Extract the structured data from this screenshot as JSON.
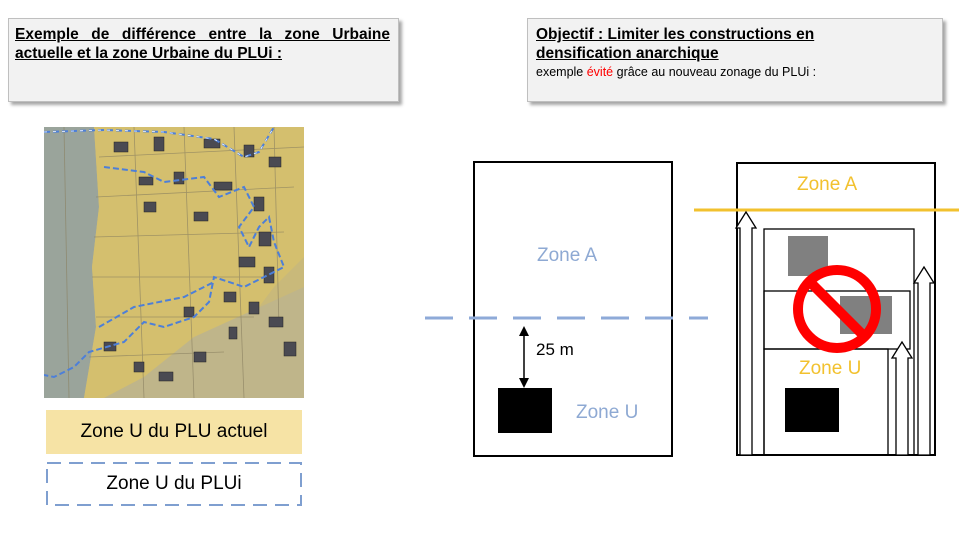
{
  "left_callout": {
    "title": "Exemple de différence entre la zone Urbaine actuelle et la zone Urbaine du PLUi :"
  },
  "right_callout": {
    "title_line1": "Objectif : Limiter les constructions en",
    "title_line2": "densification anarchique",
    "sub_before": "exemple ",
    "sub_highlight": "évité",
    "sub_after": " grâce au nouveau zonage du PLUi :"
  },
  "legend": {
    "fill_label": "Zone U du PLU actuel",
    "dash_label": "Zone U du PLUi"
  },
  "diagram_left": {
    "zone_a": "Zone A",
    "zone_u": "Zone U",
    "distance": "25 m"
  },
  "diagram_right": {
    "zone_a": "Zone A",
    "zone_u": "Zone U"
  },
  "colors": {
    "zone_u_fill": "#f6e3a5",
    "plui_dash": "#7f9fd0",
    "zone_label_blue": "#8ea9d3",
    "zone_label_yellow": "#f2c12e",
    "forbidden_red": "#ff0000",
    "building_gray": "#808080"
  }
}
